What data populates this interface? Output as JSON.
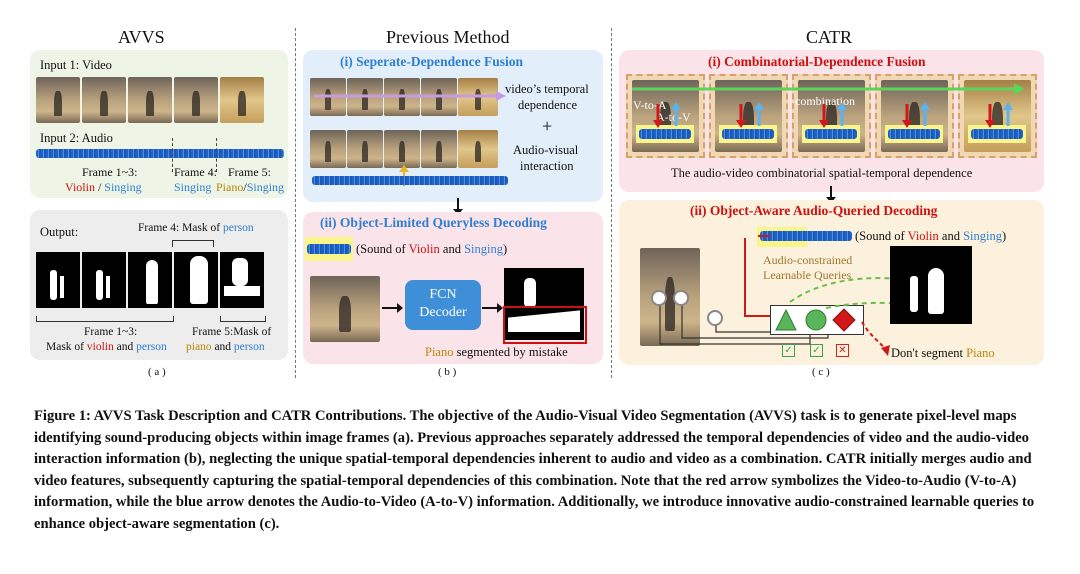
{
  "panel_a": {
    "title": "AVVS",
    "input1": "Input 1:   Video",
    "input2": "Input 2:   Audio",
    "frame13_label": "Frame 1~3:",
    "frame13_violin": "Violin",
    "frame13_sep": " / ",
    "frame13_singing": "Singing",
    "frame4_label": "Frame 4:",
    "frame4_singing": "Singing",
    "frame5_label": "Frame 5:",
    "frame5_piano": "Piano",
    "frame5_sep": "/",
    "frame5_singing": "Singing",
    "output": "Output:",
    "frame4_mask": "Frame 4: Mask of ",
    "frame4_mask_person": "person",
    "frame13_mask1": "Frame 1~3:",
    "frame13_mask2a": "Mask of ",
    "frame13_mask2_violin": "violin",
    "frame13_mask2_and": " and ",
    "frame13_mask2_person": "person",
    "frame5_mask1": "Frame 5:Mask of",
    "frame5_mask2_piano": "piano",
    "frame5_mask2_and": " and ",
    "frame5_mask2_person": "person",
    "letter": "( a )"
  },
  "panel_b": {
    "title": "Previous Method",
    "sub1": "(i) Seperate-Dependence Fusion",
    "temporal1": "video’s temporal",
    "temporal2": "dependence",
    "plus": "+",
    "av1": "Audio-visual",
    "av2": "interaction",
    "sub2": "(ii) Object-Limited Queryless Decoding",
    "sound_prefix": "(Sound of ",
    "sound_violin": "Violin",
    "sound_and": " and ",
    "sound_singing": "Singing",
    "sound_suffix": ")",
    "fcn1": "FCN",
    "fcn2": "Decoder",
    "piano_word": "Piano",
    "piano_rest": " segmented by mistake",
    "letter": "( b )"
  },
  "panel_c": {
    "title": "CATR",
    "sub1": "(i) Combinatorial-Dependence Fusion",
    "vtoa": "V-to-A",
    "atov": "A-to-V",
    "combination": "combination",
    "dependence": "The audio-video combinatorial spatial-temporal dependence",
    "sub2": "(ii) Object-Aware Audio-Queried Decoding",
    "sound_prefix": "(Sound of ",
    "sound_violin": "Violin",
    "sound_and": " and ",
    "sound_singing": "Singing",
    "sound_suffix": ")",
    "queries1": "Audio-constrained",
    "queries2": "Learnable Queries",
    "dont_segment": "Don't segment ",
    "dont_piano": "Piano",
    "check": "✓",
    "cross": "✕",
    "letter": "( c )"
  },
  "caption": {
    "label": "Figure 1: AVVS Task Description and CATR Contributions.",
    "text": " The objective of the Audio-Visual Video Segmentation (AVVS) task is to generate pixel-level maps identifying sound-producing objects within image frames (a). Previous approaches separately addressed the temporal dependencies of video and the audio-video interaction information (b), neglecting the unique spatial-temporal dependencies inherent to audio and video as a combination. CATR initially merges audio and video features, subsequently capturing the spatial-temporal dependencies of this combination. Note that the red arrow symbolizes the Video-to-Audio (V-to-A) information, while the blue arrow denotes the Audio-to-Video (A-to-V) information. Additionally, we introduce innovative audio-constrained learnable queries to enhance object-aware segmentation (c)."
  },
  "colors": {
    "green_bg": "#eef4e6",
    "blue_bg": "#e2eef9",
    "pink_bg": "#fbe3ea",
    "peach_bg": "#fbf1dc",
    "red": "#cc1111",
    "blue": "#2f7fd0",
    "gold": "#b8860b"
  }
}
